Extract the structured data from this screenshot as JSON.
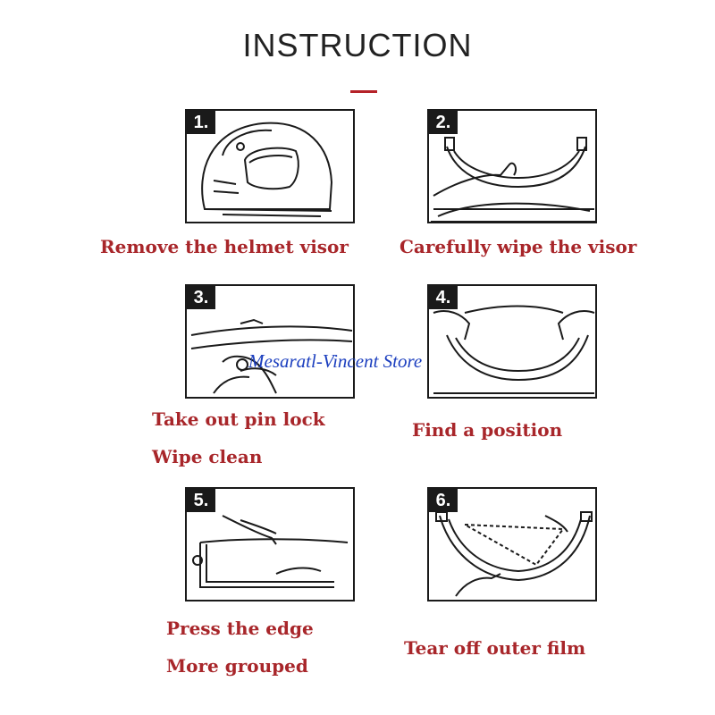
{
  "title": "INSTRUCTION",
  "colors": {
    "accent": "#b52228",
    "caption": "#a8262a",
    "watermark": "#1c3fbf",
    "ink": "#1a1a1a"
  },
  "watermark": "Mesaratl-Vincent Store",
  "steps": [
    {
      "number": "1.",
      "icon": "helmet-icon",
      "captions": [
        "Remove the helmet visor"
      ]
    },
    {
      "number": "2.",
      "icon": "wipe-visor-icon",
      "captions": [
        "Carefully wipe the visor"
      ]
    },
    {
      "number": "3.",
      "icon": "pin-lock-icon",
      "captions": [
        "Take out pin lock",
        "Wipe clean"
      ]
    },
    {
      "number": "4.",
      "icon": "position-film-icon",
      "captions": [
        "Find a position"
      ]
    },
    {
      "number": "5.",
      "icon": "press-edge-icon",
      "captions": [
        "Press the edge",
        "More grouped"
      ]
    },
    {
      "number": "6.",
      "icon": "tear-film-icon",
      "captions": [
        "Tear off outer film"
      ]
    }
  ]
}
